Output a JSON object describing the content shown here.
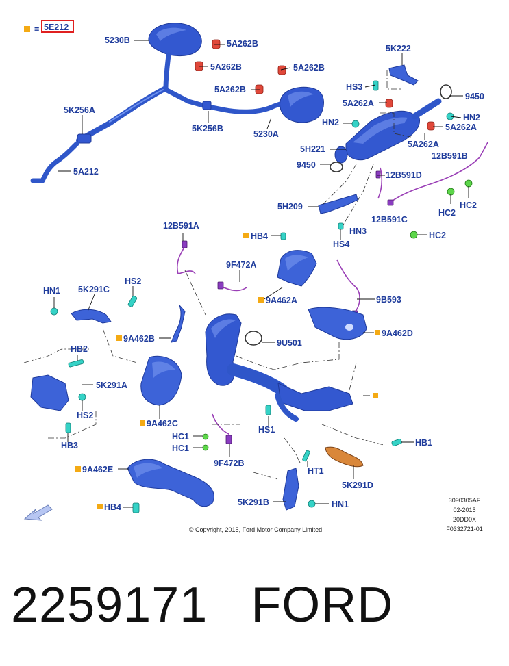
{
  "legend": {
    "equals": "=",
    "part": "5E212"
  },
  "labels": {
    "l5230B": "5230B",
    "l5A262B_1": "5A262B",
    "l5A262B_2": "5A262B",
    "l5A262B_3": "5A262B",
    "l5A262B_4": "5A262B",
    "l5K256A": "5K256A",
    "l5K256B": "5K256B",
    "l5230A": "5230A",
    "l5A212": "5A212",
    "l5K222": "5K222",
    "lHS3": "HS3",
    "l9450_1": "9450",
    "l5A262A_1": "5A262A",
    "lHN2_1": "HN2",
    "lHN2_2": "HN2",
    "l5A262A_2": "5A262A",
    "l5H221": "5H221",
    "l5A262A_3": "5A262A",
    "l12B591B": "12B591B",
    "l9450_2": "9450",
    "l12B591D": "12B591D",
    "l5H209": "5H209",
    "l12B591C": "12B591C",
    "lHN3": "HN3",
    "lHC2_1": "HC2",
    "lHC2_2": "HC2",
    "lHC2_3": "HC2",
    "lHS4": "HS4",
    "l12B591A": "12B591A",
    "lHB4_1": "HB4",
    "l9F472A": "9F472A",
    "l9A462A": "9A462A",
    "l9B593": "9B593",
    "lHN1_1": "HN1",
    "l5K291C": "5K291C",
    "lHS2_1": "HS2",
    "l9A462B": "9A462B",
    "l9U501": "9U501",
    "l9A462D": "9A462D",
    "lHB2": "HB2",
    "l5K291A": "5K291A",
    "lHS2_2": "HS2",
    "lHB3": "HB3",
    "l9A462C": "9A462C",
    "lHS1": "HS1",
    "lHC1_1": "HC1",
    "lHC1_2": "HC1",
    "lHB1": "HB1",
    "l9F472B": "9F472B",
    "lHT1": "HT1",
    "l9A462E": "9A462E",
    "l5K291D": "5K291D",
    "l5K291B": "5K291B",
    "lHN1_2": "HN1",
    "lHB4_2": "HB4"
  },
  "info_block": [
    "3090305AF",
    "02-2015",
    "20DD0X",
    "F0332721-01"
  ],
  "copyright": "© Copyright, 2015, Ford Motor Company Limited",
  "caption": "2259171   FORD",
  "colors": {
    "label": "#1f3c9c",
    "part_blue": "#3358d0",
    "rubber": "#e0483a",
    "fastener": "#35d2c6",
    "clip": "#5dd64a",
    "wire": "#9a3fb6",
    "marker": "#f4aa14",
    "legend_box": "#e02020"
  }
}
